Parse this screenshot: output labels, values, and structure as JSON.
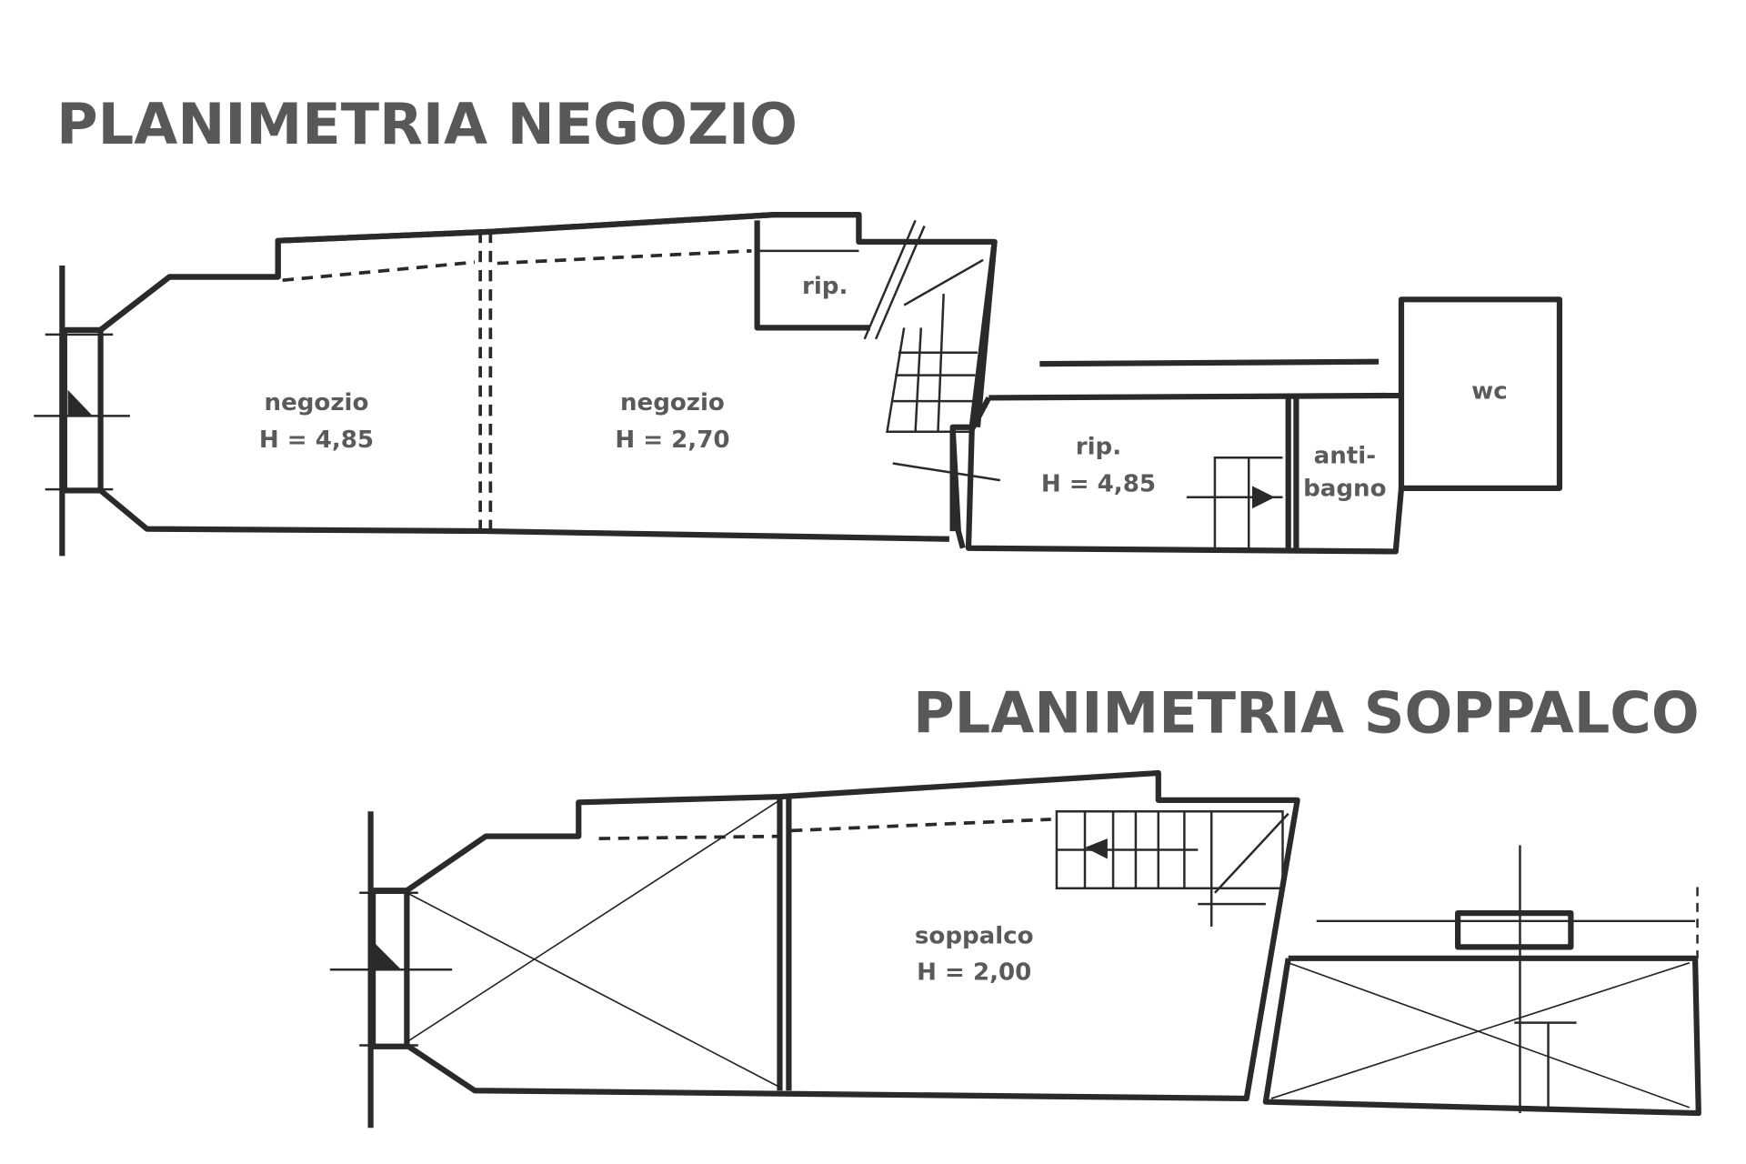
{
  "titles": {
    "ground": "PLANIMETRIA NEGOZIO",
    "mezzanine": "PLANIMETRIA SOPPALCO"
  },
  "ground_rooms": [
    {
      "name": "negozio",
      "height": "H = 4,85"
    },
    {
      "name": "negozio",
      "height": "H = 2,70"
    },
    {
      "name": "rip.",
      "height": ""
    },
    {
      "name": "rip.",
      "height": "H = 4,85"
    },
    {
      "name": "anti-",
      "height": "bagno"
    },
    {
      "name": "wc",
      "height": ""
    }
  ],
  "mezzanine_rooms": [
    {
      "name": "soppalco",
      "height": "H = 2,00"
    }
  ]
}
